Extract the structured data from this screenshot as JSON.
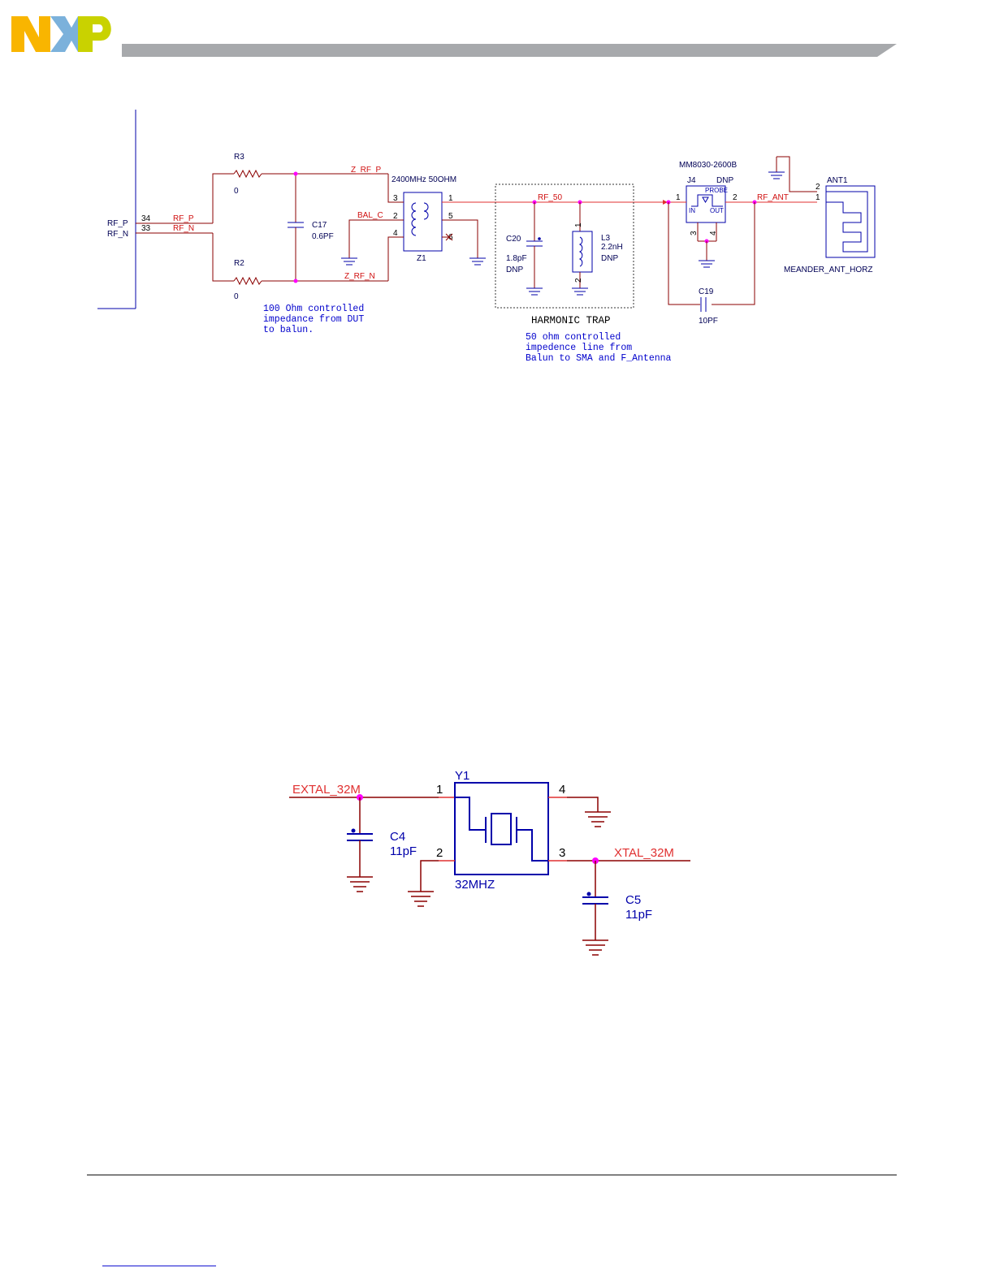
{
  "logo": {
    "text": "NXP",
    "colors": [
      "#f9b500",
      "#7bb1db",
      "#c9d200"
    ]
  },
  "rf_schematic": {
    "connector_pins": [
      "RF_P",
      "RF_N"
    ],
    "pin_numbers": [
      "34",
      "33"
    ],
    "nets": {
      "rf_p": "RF_P",
      "rf_n": "RF_N",
      "z_rf_p": "Z_RF_P",
      "z_rf_n": "Z_RF_N",
      "bal_c": "BAL_C",
      "rf_50": "RF_50",
      "rf_ant": "RF_ANT"
    },
    "r3": {
      "ref": "R3",
      "value": "0"
    },
    "r2": {
      "ref": "R2",
      "value": "0"
    },
    "c17": {
      "ref": "C17",
      "value": "0.6PF"
    },
    "balun": {
      "label": "2400MHz 50OHM",
      "ref": "Z1",
      "pins": [
        "3",
        "2",
        "4",
        "1",
        "5",
        "6"
      ]
    },
    "c20": {
      "ref": "C20",
      "value": "1.8pF",
      "note": "DNP"
    },
    "l3": {
      "ref": "L3",
      "value": "2.2nH",
      "note": "DNP",
      "pins": [
        "1",
        "2"
      ]
    },
    "j4": {
      "part": "MM8030-2600B",
      "ref": "J4",
      "note": "DNP",
      "probe": "PROBE",
      "in": "IN",
      "out": "OUT",
      "pins": [
        "1",
        "2",
        "3",
        "4"
      ]
    },
    "c19": {
      "ref": "C19",
      "value": "10PF"
    },
    "ant1": {
      "ref": "ANT1",
      "part": "MEANDER_ANT_HORZ",
      "pins": [
        "2",
        "1"
      ]
    },
    "harmonic_trap": "HARMONIC TRAP",
    "note_dut": [
      "100 Ohm controlled",
      "impedance from DUT",
      "to balun."
    ],
    "note_50ohm": [
      "50 ohm controlled",
      "impedence line from",
      "Balun to SMA and F_Antenna"
    ]
  },
  "xtal_schematic": {
    "nets": {
      "extal": "EXTAL_32M",
      "xtal": "XTAL_32M"
    },
    "y1": {
      "ref": "Y1",
      "value": "32MHZ",
      "pins": [
        "1",
        "2",
        "3",
        "4"
      ]
    },
    "c4": {
      "ref": "C4",
      "value": "11pF"
    },
    "c5": {
      "ref": "C5",
      "value": "11pF"
    }
  }
}
